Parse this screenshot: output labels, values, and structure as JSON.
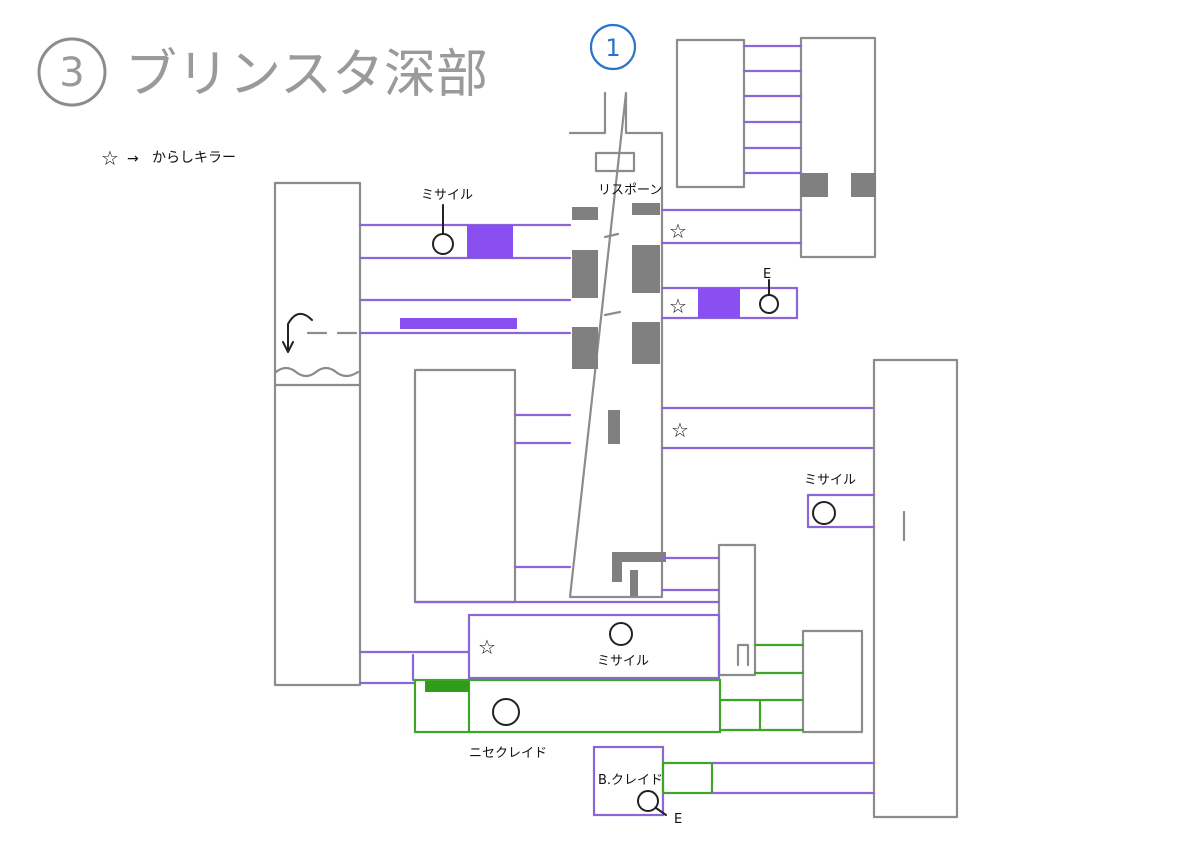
{
  "header": {
    "stage_number": "3",
    "stage_title": "ブリンスタ深部"
  },
  "legend": {
    "symbol": "☆",
    "arrow": "→",
    "text": "からしキラー"
  },
  "zone_marker": "1",
  "labels": {
    "respawn": "リスポーン",
    "missile_1": "ミサイル",
    "missile_2": "ミサイル",
    "missile_3": "ミサイル",
    "energy_1": "E",
    "energy_2": "E",
    "fake_ridley": "ニセクレイド",
    "baby_ridley": "B.クレイド"
  },
  "colors": {
    "wall": "#8c8c8c",
    "corridor": "#8a66d6",
    "green_corridor": "#3ea52a",
    "purple_block": "#8a4ff0",
    "gray_block": "#808080",
    "green_block": "#2f9d17",
    "zone_blue": "#2a73c9"
  }
}
